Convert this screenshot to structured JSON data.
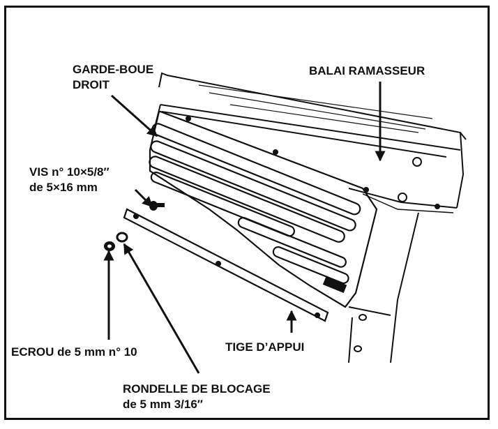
{
  "labels": {
    "garde_boue_line1": "GARDE-BOUE",
    "garde_boue_line2": "DROIT",
    "balai": "BALAI RAMASSEUR",
    "vis_line1": "VIS n° 10×5/8″",
    "vis_line2": "de 5×16 mm",
    "ecrou": "ECROU de 5 mm n° 10",
    "tige": "TIGE D’APPUI",
    "rondelle_line1": "RONDELLE DE BLOCAGE",
    "rondelle_line2": "de 5 mm 3/16″"
  },
  "colors": {
    "ink": "#111111",
    "paper": "#ffffff"
  }
}
